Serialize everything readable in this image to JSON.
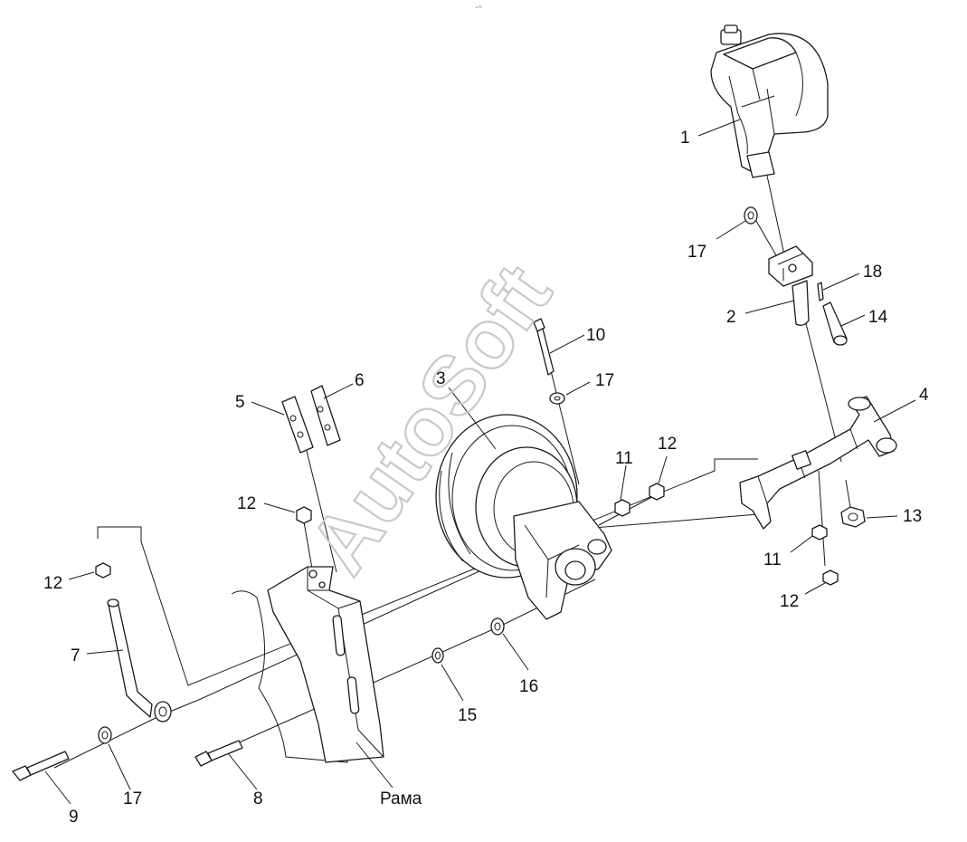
{
  "callouts": [
    {
      "id": "c-1",
      "label": "1"
    },
    {
      "id": "c-17a",
      "label": "17"
    },
    {
      "id": "c-18",
      "label": "18"
    },
    {
      "id": "c-2",
      "label": "2"
    },
    {
      "id": "c-14",
      "label": "14"
    },
    {
      "id": "c-10",
      "label": "10"
    },
    {
      "id": "c-3",
      "label": "3"
    },
    {
      "id": "c-17b",
      "label": "17"
    },
    {
      "id": "c-4",
      "label": "4"
    },
    {
      "id": "c-5",
      "label": "5"
    },
    {
      "id": "c-6",
      "label": "6"
    },
    {
      "id": "c-11a",
      "label": "11"
    },
    {
      "id": "c-12a",
      "label": "12"
    },
    {
      "id": "c-12b",
      "label": "12"
    },
    {
      "id": "c-13",
      "label": "13"
    },
    {
      "id": "c-11b",
      "label": "11"
    },
    {
      "id": "c-12c",
      "label": "12"
    },
    {
      "id": "c-12d",
      "label": "12"
    },
    {
      "id": "c-7",
      "label": "7"
    },
    {
      "id": "c-16",
      "label": "16"
    },
    {
      "id": "c-15",
      "label": "15"
    },
    {
      "id": "c-9",
      "label": "9"
    },
    {
      "id": "c-17c",
      "label": "17"
    },
    {
      "id": "c-8",
      "label": "8"
    },
    {
      "id": "c-rama",
      "label": "Рама"
    }
  ],
  "watermark": "AutoSoft",
  "top_mark": "•™"
}
